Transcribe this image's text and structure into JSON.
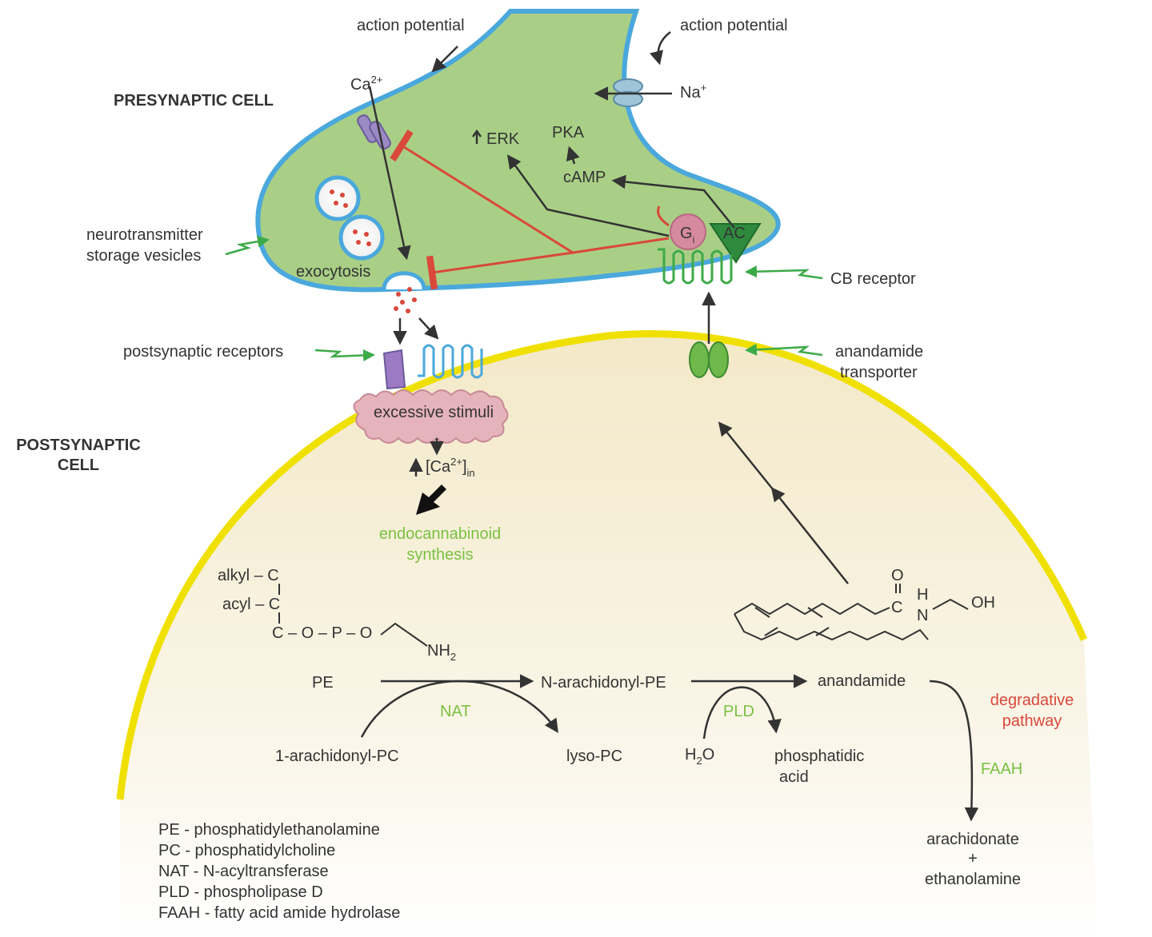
{
  "labels": {
    "presynaptic": "PRESYNAPTIC CELL",
    "postsynaptic_1": "POSTSYNAPTIC",
    "postsynaptic_2": "CELL",
    "action_potential_left": "action potential",
    "action_potential_right": "action potential",
    "ca": "Ca",
    "ca_sup": "2+",
    "na": "Na",
    "na_sup": "+",
    "erk": "ERK",
    "pka": "PKA",
    "camp": "cAMP",
    "gi": "G",
    "gi_sub": "i",
    "ac": "AC",
    "vesicles_1": "neurotransmitter",
    "vesicles_2": "storage vesicles",
    "exocytosis": "exocytosis",
    "cb_receptor": "CB receptor",
    "postsynaptic_receptors": "postsynaptic receptors",
    "transporter_1": "anandamide",
    "transporter_2": "transporter",
    "excessive_stimuli": "excessive stimuli",
    "ca_in": "[Ca",
    "ca_in_sup": "2+",
    "ca_in_close": "]",
    "ca_in_sub": "in",
    "endo_1": "endocannabinoid",
    "endo_2": "synthesis",
    "alkyl": "alkyl – C",
    "acyl": "acyl – C",
    "pe_backbone": "C – O – P – O",
    "nh2": "NH",
    "nh2_sub": "2",
    "pe": "PE",
    "n_arach_pe": "N-arachidonyl-PE",
    "anandamide": "anandamide",
    "nat": "NAT",
    "pld": "PLD",
    "arach_pc": "1-arachidonyl-PC",
    "lyso_pc": "lyso-PC",
    "h2o": "H",
    "h2o_sub": "2",
    "h2o_o": "O",
    "phosphatidic_1": "phosphatidic",
    "phosphatidic_2": "acid",
    "degradative_1": "degradative",
    "degradative_2": "pathway",
    "faah": "FAAH",
    "arachidonate": "arachidonate",
    "plus": "+",
    "ethanolamine": "ethanolamine",
    "anandamide_O": "O",
    "anandamide_C": "C",
    "anandamide_H": "H",
    "anandamide_N": "N",
    "anandamide_OH": "OH"
  },
  "legend": [
    "PE - phosphatidylethanolamine",
    "PC - phosphatidylcholine",
    "NAT - N-acyltransferase",
    "PLD - phospholipase D",
    "FAAH - fatty acid amide hydrolase"
  ],
  "colors": {
    "presynaptic_fill": "#a9cf86",
    "membrane_blue": "#4aa8dc",
    "postsynaptic_fill": "#f7f0dc",
    "postsynaptic_edge": "#f0e000",
    "inhibit_red": "#d9483b",
    "receptor_green": "#3caa48",
    "label_green": "#7ac142"
  }
}
